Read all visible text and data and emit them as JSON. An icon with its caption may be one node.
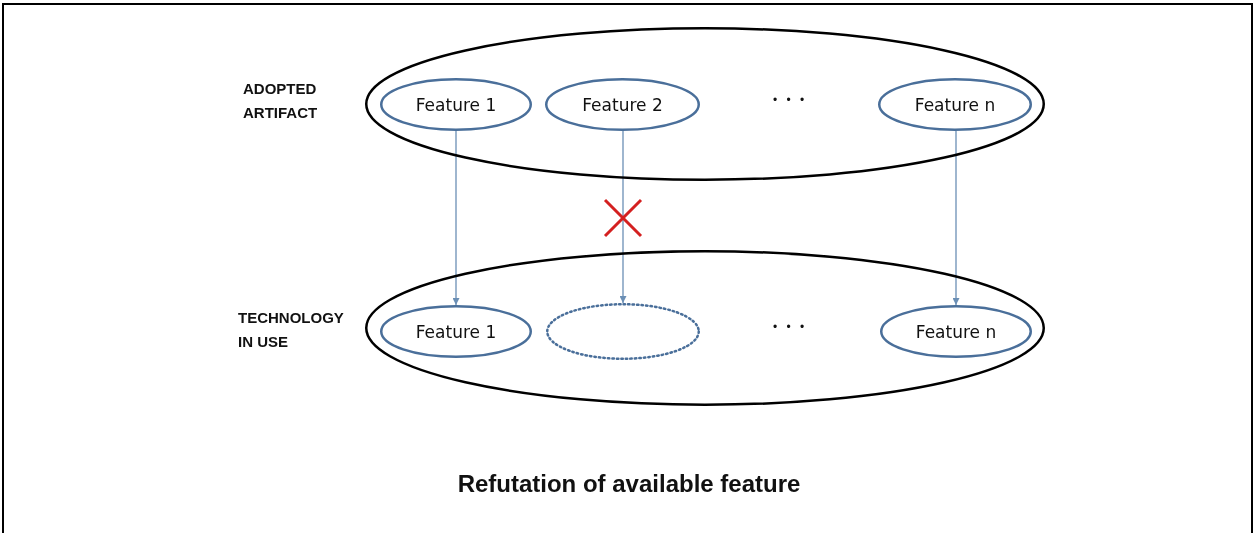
{
  "diagram": {
    "caption": "Refutation of available feature",
    "nodes": [
      {
        "text": [
          "ADOPTED ARTIFACT"
        ]
      },
      {
        "text": [
          "Feature 1"
        ],
        "in": 0
      },
      {
        "text": [
          "Feature 2"
        ],
        "in": 0
      },
      {
        "text": [
          "Feature n"
        ],
        "in": 0
      },
      {
        "text": [
          "TECHNOLOGY IN USE"
        ]
      },
      {
        "text": [
          "Feature 1"
        ],
        "in": 4
      },
      {
        "text": [],
        "shape": "ellipse",
        "in": 4
      },
      {
        "text": [
          "Feature n"
        ],
        "in": 4
      }
    ],
    "edges": [
      {
        "from": 1,
        "to": 5,
        "arrow": "to"
      },
      {
        "from": 2,
        "to": 6,
        "arrow": "to"
      },
      {
        "from": 3,
        "to": 7,
        "arrow": "to"
      }
    ],
    "labels": [
      "• • •",
      "• • •"
    ]
  }
}
